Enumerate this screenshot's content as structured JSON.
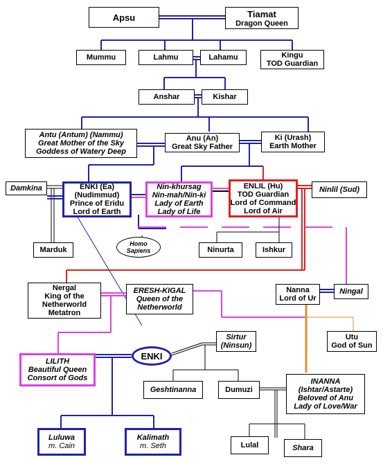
{
  "colors": {
    "blue": "#2020b0",
    "red": "#e02020",
    "magenta": "#e040e0",
    "orange": "#e09030",
    "black": "#000000"
  },
  "nodes": {
    "apsu": {
      "line1": "Apsu"
    },
    "tiamat": {
      "line1": "Tiamat",
      "line2": "Dragon Queen"
    },
    "mummu": {
      "line1": "Mummu"
    },
    "lahmu": {
      "line1": "Lahmu"
    },
    "lahamu": {
      "line1": "Lahamu"
    },
    "kingu": {
      "line1": "Kingu",
      "line2": "TOD Guardian"
    },
    "anshar": {
      "line1": "Anshar"
    },
    "kishar": {
      "line1": "Kishar"
    },
    "antu": {
      "line1": "Antu (Antum) (Nammu)",
      "line2": "Great Mother of the Sky",
      "line3": "Goddess of Watery Deep"
    },
    "anu": {
      "line1": "Anu (An)",
      "line2": "Great Sky Father"
    },
    "ki": {
      "line1": "Ki (Urash)",
      "line2": "Earth Mother"
    },
    "damkina": {
      "line1": "Damkina"
    },
    "enki": {
      "line1": "ENKI (Ea)",
      "line2": "(Nudimmud)",
      "line3": "Prince of Eridu",
      "line4": "Lord of Earth"
    },
    "ninkhursag": {
      "line1": "Nin-khursag",
      "line2": "Nin-mah/Nin-ki",
      "line3": "Lady of Earth",
      "line4": "Lady of Life"
    },
    "enlil": {
      "line1": "ENLIL (Hu)",
      "line2": "TOD Guardian",
      "line3": "Lord of Command",
      "line4": "Lord of Air"
    },
    "ninlil": {
      "line1": "Ninlil (Sud)"
    },
    "marduk": {
      "line1": "Marduk"
    },
    "homo": {
      "line1": "Homo",
      "line2": "Sapiens"
    },
    "ninurta": {
      "line1": "Ninurta"
    },
    "ishkur": {
      "line1": "Ishkur"
    },
    "nergal": {
      "line1": "Nergal",
      "line2": "King of the",
      "line3": "Netherworld",
      "line4": "Metatron"
    },
    "ereshkigal": {
      "line1": "ERESH-KIGAL",
      "line2": "Queen of the",
      "line3": "Netherworld"
    },
    "nanna": {
      "line1": "Nanna",
      "line2": "Lord of Ur"
    },
    "ningal": {
      "line1": "Ningal"
    },
    "utu": {
      "line1": "Utu",
      "line2": "God of Sun"
    },
    "lilith": {
      "line1": "LILITH",
      "line2": "Beautiful Queen",
      "line3": "Consort of Gods"
    },
    "enki2": {
      "line1": "ENKI"
    },
    "sirtur": {
      "line1": "Sirtur",
      "line2": "(Ninsun)"
    },
    "geshtinanna": {
      "line1": "Geshtinanna"
    },
    "dumuzi": {
      "line1": "Dumuzi"
    },
    "inanna": {
      "line1": "INANNA",
      "line2": "(Ishtar/Astarte)",
      "line3": "Beloved of Anu",
      "line4": "Lady of Love/War"
    },
    "luluwa": {
      "line1": "Luluwa",
      "line2": "m. Cain"
    },
    "kalimath": {
      "line1": "Kalimath",
      "line2": "m. Seth"
    },
    "lulal": {
      "line1": "Lulal"
    },
    "shara": {
      "line1": "Shara"
    }
  }
}
